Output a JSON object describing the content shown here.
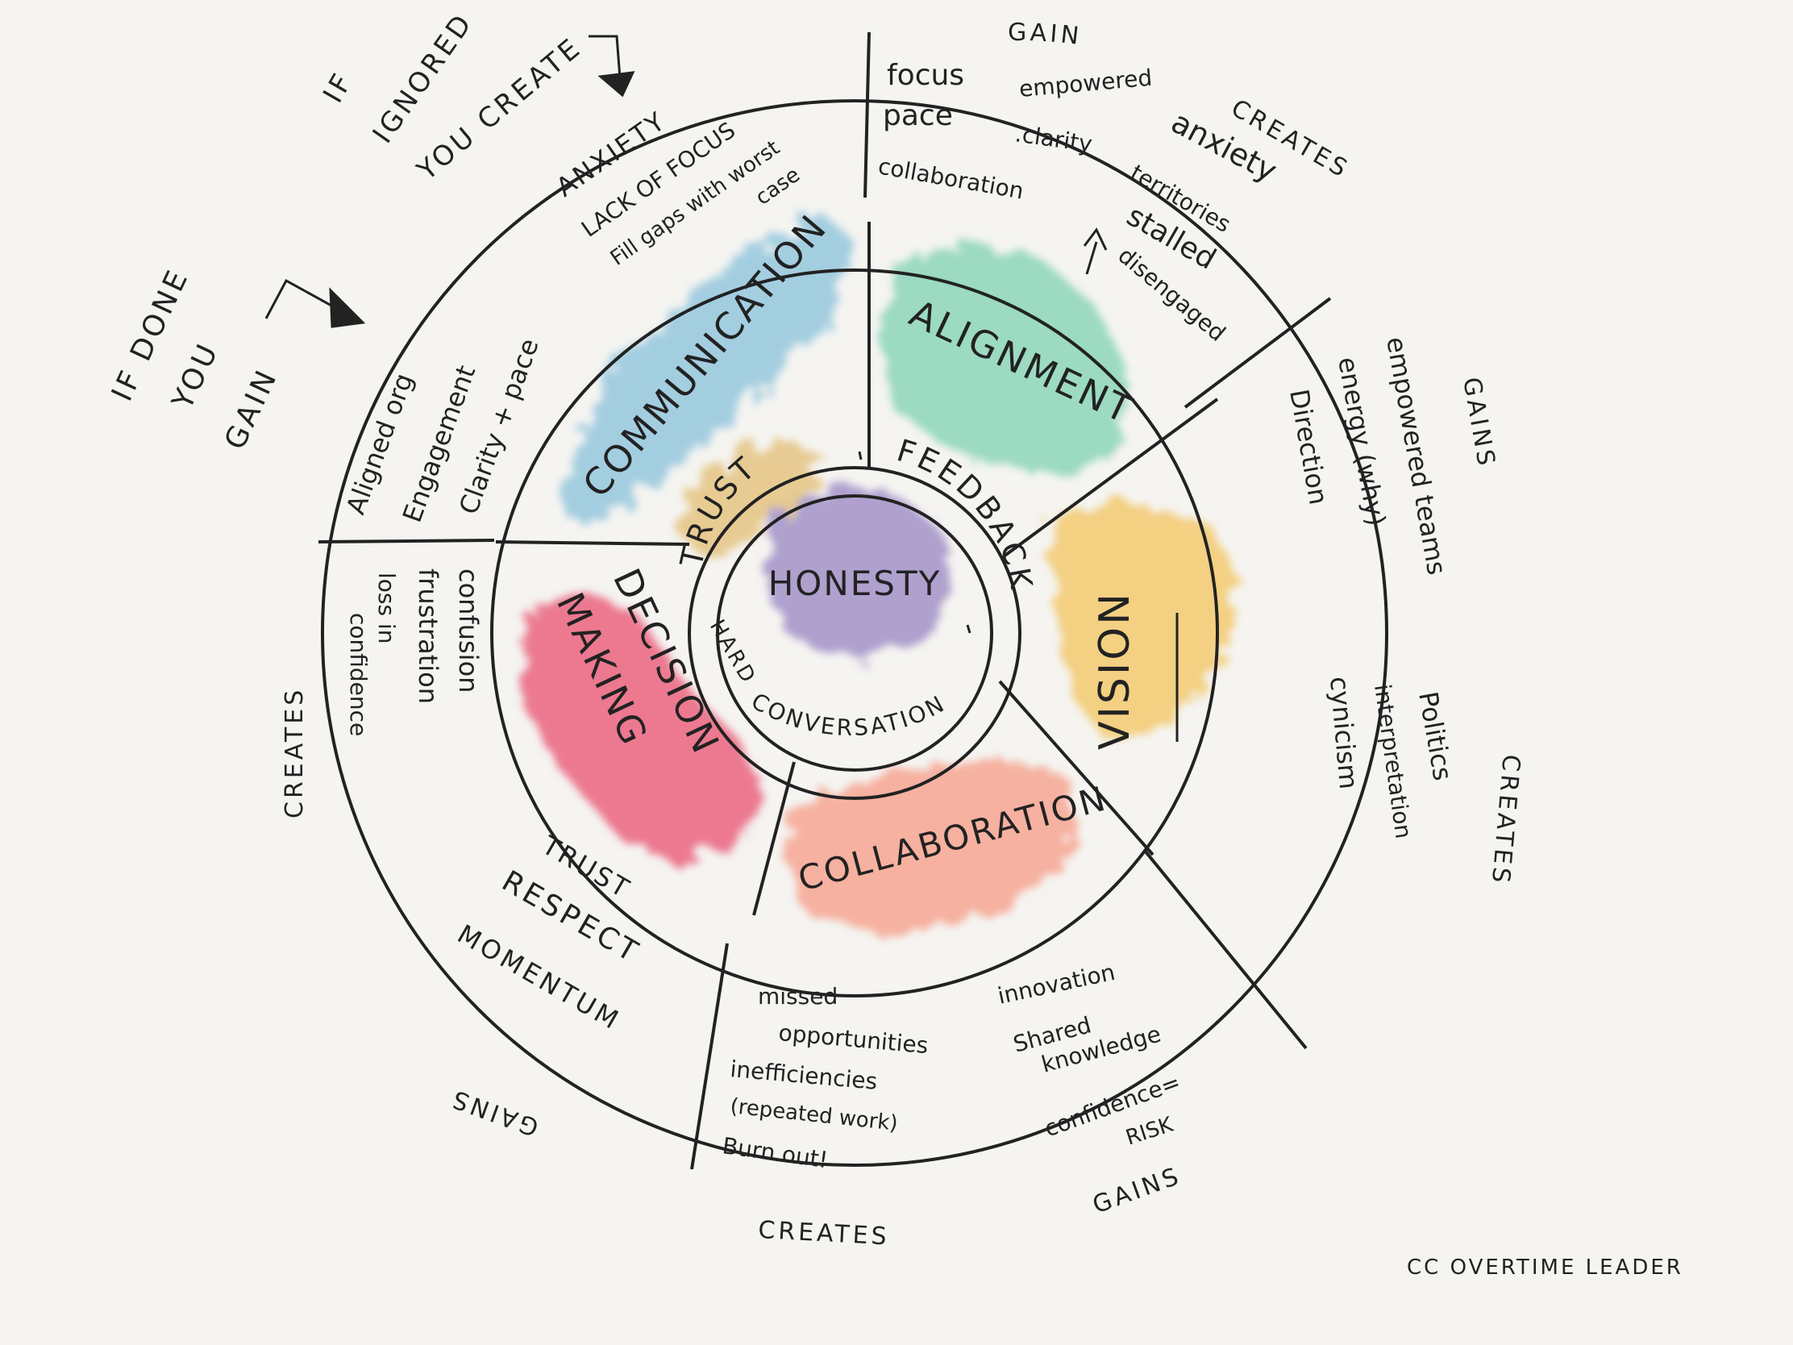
{
  "annotations": {
    "if_done": [
      "IF DONE",
      "YOU",
      "GAIN"
    ],
    "if_ignored": [
      "IF",
      "IGNORED",
      "YOU CREATE"
    ],
    "credit": "CC OVERTIME LEADER"
  },
  "core": {
    "center": "HONESTY",
    "ring_words": {
      "trust": "TRUST",
      "feedback": "FEEDBACK",
      "hard": "HARD",
      "conversations": "CONVERSATIONS"
    }
  },
  "segments": {
    "communication": "COMMUNICATION",
    "alignment": "ALIGNMENT",
    "vision": "VISION",
    "collaboration": "COLLABORATION",
    "decision_making": [
      "DECISION",
      "MAKING"
    ]
  },
  "outer": {
    "communication_gains": [
      "Aligned org",
      "Engagement",
      "Clarity + pace"
    ],
    "communication_creates": [
      "ANXIETY",
      "LACK OF FOCUS",
      "Fill gaps with worst",
      "case"
    ],
    "alignment_gain_label": "GAIN",
    "alignment_creates_label": "CREATES",
    "alignment_gains": [
      "focus",
      "empowered",
      "pace",
      ".clarity",
      "collaboration"
    ],
    "alignment_creates": [
      "anxiety",
      "territories",
      "stalled",
      "disengaged"
    ],
    "vision_gains_label": "GAINS",
    "vision_gains": [
      "empowered teams",
      "energy (why)",
      "Direction"
    ],
    "vision_creates_label": "CREATES",
    "vision_creates": [
      "Politics",
      "interpretation",
      "cynicism"
    ],
    "collaboration_gains_label": "GAINS",
    "collaboration_gains": [
      "innovation",
      "Shared",
      "knowledge",
      "confidence=",
      "RISK"
    ],
    "collaboration_creates_label": "CREATES",
    "collaboration_creates": [
      "missed",
      "opportunities",
      "inefficiencies",
      "(repeated work)",
      "Burn out!"
    ],
    "decision_gains_label": "GAINS",
    "decision_gains": [
      "TRUST",
      "RESPECT",
      "MOMENTUM"
    ],
    "decision_creates_label": "CREATES",
    "decision_creates": [
      "confusion",
      "frustration",
      "loss in",
      "confidence"
    ]
  },
  "colors": {
    "communication": "#8fc4dc",
    "alignment": "#86d3b6",
    "vision": "#f2c766",
    "collaboration": "#f6a08c",
    "decision_making": "#ea5a78",
    "honesty": "#9d8cc6",
    "trust": "#e3c07a"
  }
}
